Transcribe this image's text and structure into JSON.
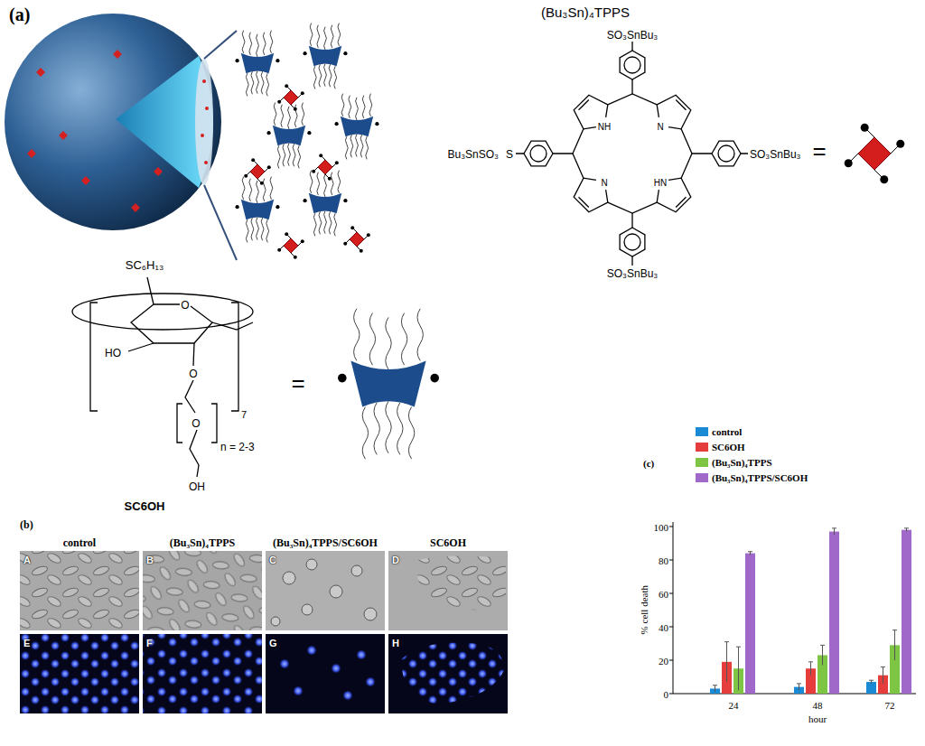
{
  "diagram": {
    "nodes": [
      {
        "text": [
          "A"
        ]
      },
      {
        "text": [
          "B"
        ]
      },
      {
        "text": [
          "C"
        ]
      },
      {
        "text": [
          "D"
        ]
      },
      {
        "text": [
          "E"
        ]
      },
      {
        "text": [
          "F"
        ]
      },
      {
        "text": [
          "G"
        ]
      },
      {
        "text": [
          "H"
        ]
      }
    ],
    "labels": [
      "(a)",
      "(Bu₃Sn)₄TPPS",
      "SO₃SnBu₃",
      "Bu₃SnSO₃",
      "S",
      "SO₃SnBu₃",
      "SO₃SnBu₃",
      "NH",
      "N",
      "N",
      "HN",
      "=",
      "SC₆H₁₃",
      "HO",
      "O",
      "O",
      "7",
      "O",
      "n = 2-3",
      "OH",
      "SC6OH",
      "=",
      "(b)",
      "control",
      "(Bu₃Sn)₄TPPS",
      "(Bu₃Sn)₄TPPS/SC6OH",
      "SC6OH",
      "(c)",
      "100",
      "80",
      "60",
      "40",
      "20",
      "0",
      "% cell death",
      "24",
      "48",
      "72",
      "hour"
    ],
    "legend": [
      {
        "text": "control",
        "color": "#1a8ad4"
      },
      {
        "text": "SC6OH",
        "color": "#e53c3c"
      },
      {
        "text": "(Bu₃Sn)₄TPPS",
        "color": "#7ec544"
      },
      {
        "text": "(Bu₃Sn)₄TPPS/SC6OH",
        "color": "#a068c8"
      }
    ]
  }
}
